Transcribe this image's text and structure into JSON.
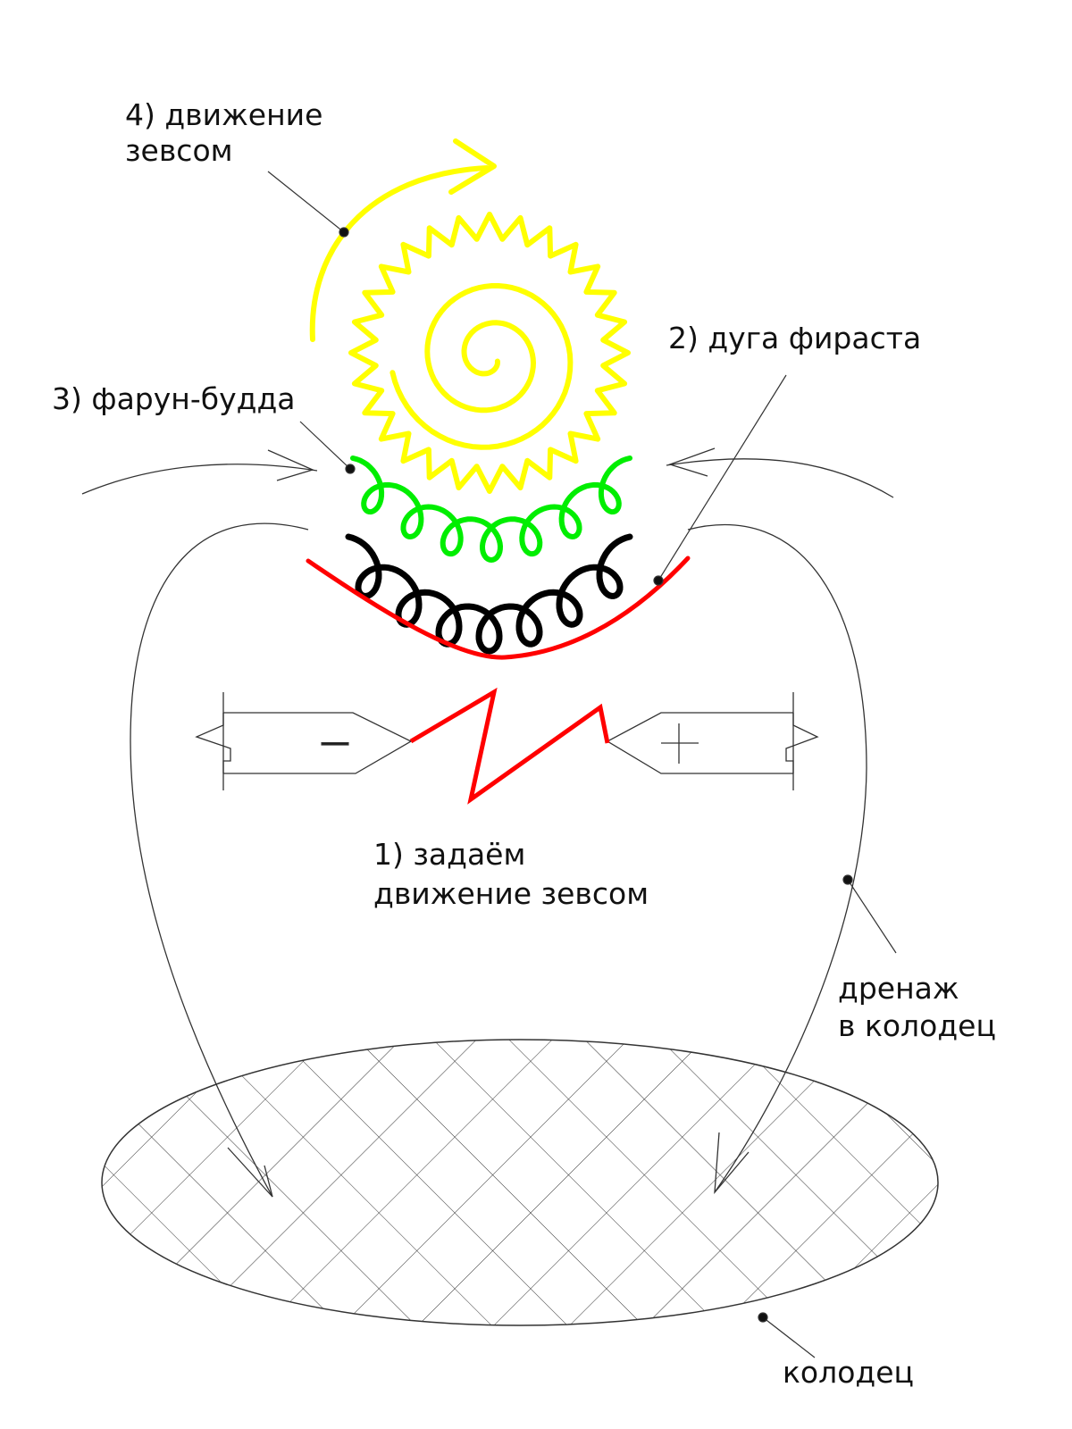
{
  "labels": {
    "zevs_motion_l1": "4) движение",
    "zevs_motion_l2": "зевсом",
    "firast_arc": "2) дуга фираста",
    "farun_budda": "3) фарун-будда",
    "minus": "—",
    "plus": "+",
    "set_motion_l1": "1) задаём",
    "set_motion_l2": "движение зевсом",
    "drainage_l1": "дренаж",
    "drainage_l2": "в колодец",
    "well": "колодец"
  },
  "colors": {
    "sun": "#ffff00",
    "green_coil": "#00ee00",
    "black_coil": "#000000",
    "arc": "#ff0000",
    "lines": "#333333"
  }
}
